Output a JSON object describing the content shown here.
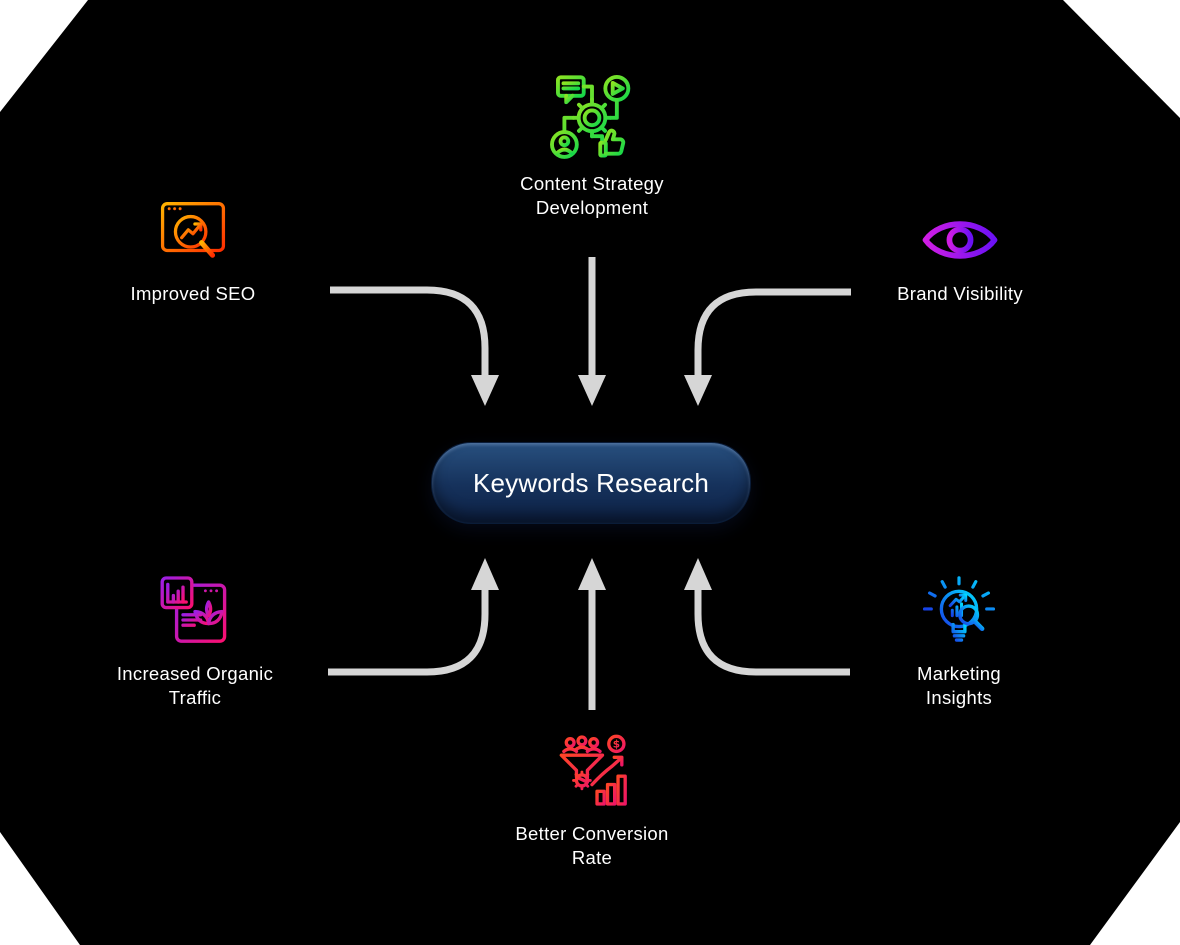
{
  "diagram": {
    "title": "Keywords Research benefits diagram",
    "background_color": "#000000",
    "page_color": "#ffffff",
    "arrow_color": "#d6d6d6",
    "center": {
      "label": "Keywords Research",
      "bg_top": "#28507f",
      "bg_bottom": "#0d2145",
      "text_color": "#ffffff"
    },
    "nodes": [
      {
        "id": "content-strategy-development",
        "position": "top",
        "label": "Content Strategy Development",
        "label_lines": [
          "Content Strategy",
          "Development"
        ],
        "icon": "content-strategy-icon",
        "gradient": {
          "from": "#8ce422",
          "to": "#14d74a"
        }
      },
      {
        "id": "improved-seo",
        "position": "left-top",
        "label": "Improved SEO",
        "label_lines": [
          "Improved SEO"
        ],
        "icon": "seo-browser-magnifier-icon",
        "gradient": {
          "from": "#ffb300",
          "to": "#ff2d00"
        }
      },
      {
        "id": "brand-visibility",
        "position": "right-top",
        "label": "Brand Visibility",
        "label_lines": [
          "Brand Visibility"
        ],
        "icon": "eye-icon",
        "gradient": {
          "from": "#d01de4",
          "to": "#6b11f4"
        }
      },
      {
        "id": "increased-organic-traffic",
        "position": "left-bottom",
        "label": "Increased Organic Traffic",
        "label_lines": [
          "Increased Organic",
          "Traffic"
        ],
        "icon": "organic-traffic-plant-icon",
        "gradient": {
          "from": "#9b1fe8",
          "to": "#fb0f6f"
        }
      },
      {
        "id": "marketing-insights",
        "position": "right-bottom",
        "label": "Marketing Insights",
        "label_lines": [
          "Marketing",
          "Insights"
        ],
        "icon": "insight-lightbulb-icon",
        "gradient": {
          "from": "#1741e8",
          "to": "#00d9ff"
        }
      },
      {
        "id": "better-conversion-rate",
        "position": "bottom",
        "label": "Better Conversion Rate",
        "label_lines": [
          "Better Conversion",
          "Rate"
        ],
        "icon": "conversion-funnel-icon",
        "icon_glyph": "$",
        "gradient": {
          "from": "#ff4526",
          "to": "#ee1566"
        }
      }
    ]
  }
}
